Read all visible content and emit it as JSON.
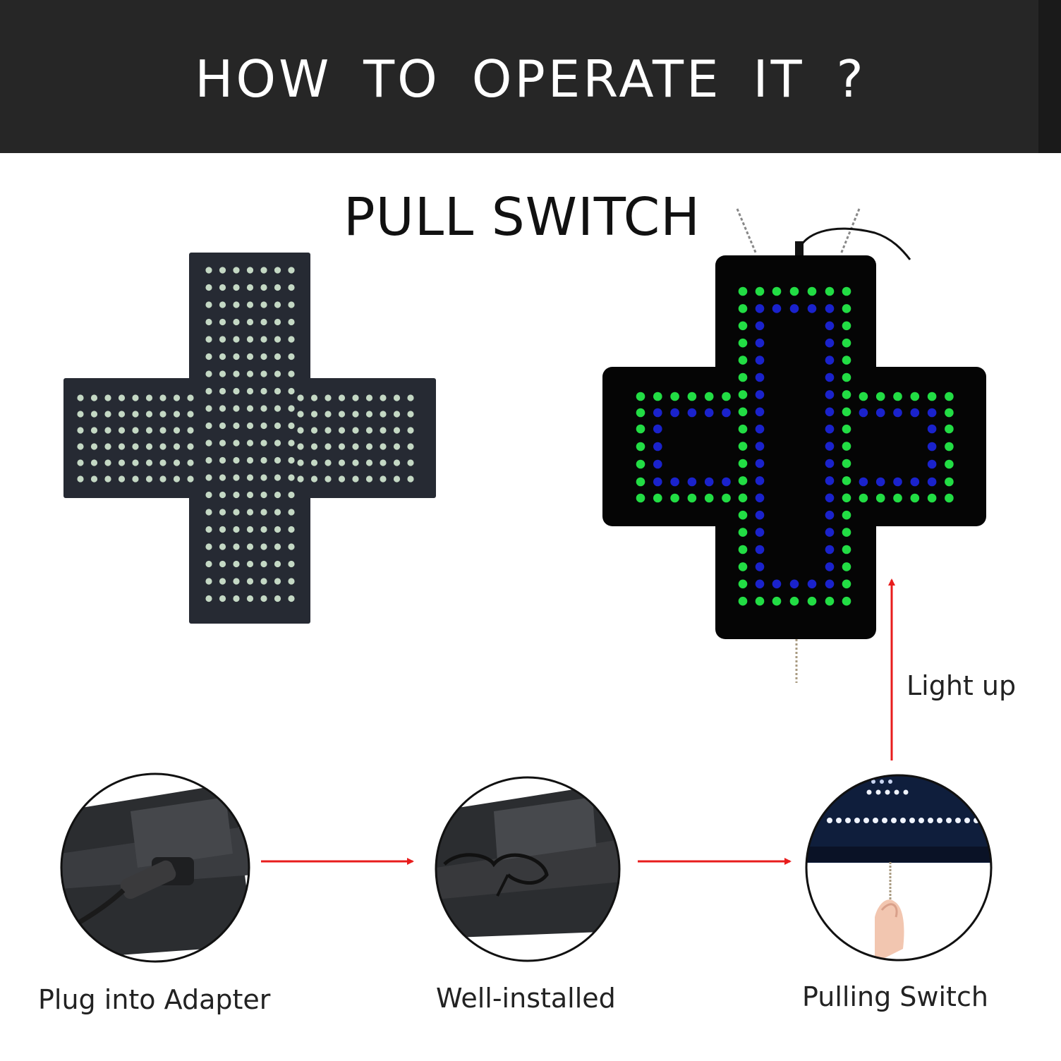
{
  "header": {
    "title": "HOW  TO  OPERATE  IT ?"
  },
  "subtitle": "PULL SWITCH",
  "result_label": "Light up",
  "steps": [
    {
      "label": "Plug into Adapter"
    },
    {
      "label": "Well-installed"
    },
    {
      "label": "Pulling Switch"
    }
  ],
  "colors": {
    "header_bg": "#262626",
    "arrow": "#e81c1c",
    "led_green": "#22dd44",
    "led_blue": "#1a22cc",
    "panel_off": "#262a33",
    "led_off": "#c4d8c4"
  },
  "icons": [
    "led-cross-off",
    "led-cross-lit",
    "dc-plug-photo",
    "hanging-hook-photo",
    "pull-chain-hand-photo"
  ]
}
